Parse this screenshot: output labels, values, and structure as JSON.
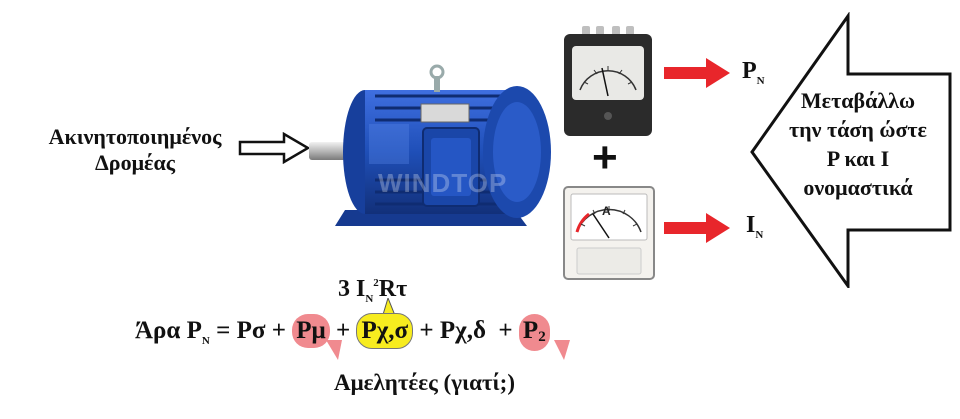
{
  "rotor_label": {
    "line1": "Ακινητοποιημένος",
    "line2": "Δρομέας"
  },
  "watermark": "WINDTOP",
  "instrument_plus": "+",
  "meter_outputs": {
    "power": "P",
    "power_sub": "N",
    "current": "I",
    "current_sub": "N"
  },
  "ammeter_unit": "A",
  "big_arrow_text": {
    "line1": "Μεταβάλλω",
    "line2": "την τάση ώστε",
    "line3": "P και I",
    "line4": "ονομαστικά"
  },
  "copper_loss": {
    "prefix": "3 I",
    "sub": "N",
    "sup": "2",
    "suffix": "Rτ"
  },
  "equation": {
    "lead": "Άρα P",
    "lead_sub": "N",
    "eq_sign": " = ",
    "term1": "Pσ",
    "plus1": " + ",
    "term2": "Pμ",
    "plus2": " + ",
    "term3": "Pχ,σ",
    "plus3": " + ",
    "term4": "Pχ,δ",
    "plus4": "  + ",
    "term5": "P",
    "term5_sub": "2"
  },
  "negligible_note": "Αμελητέες (γιατί;)",
  "colors": {
    "motor_blue": "#1f4fb8",
    "red_arrow": "#e8262b",
    "pink_highlight": "#f08a8f",
    "yellow_highlight": "#f7ec1f",
    "meter_case_dark": "#2b2b2b"
  }
}
